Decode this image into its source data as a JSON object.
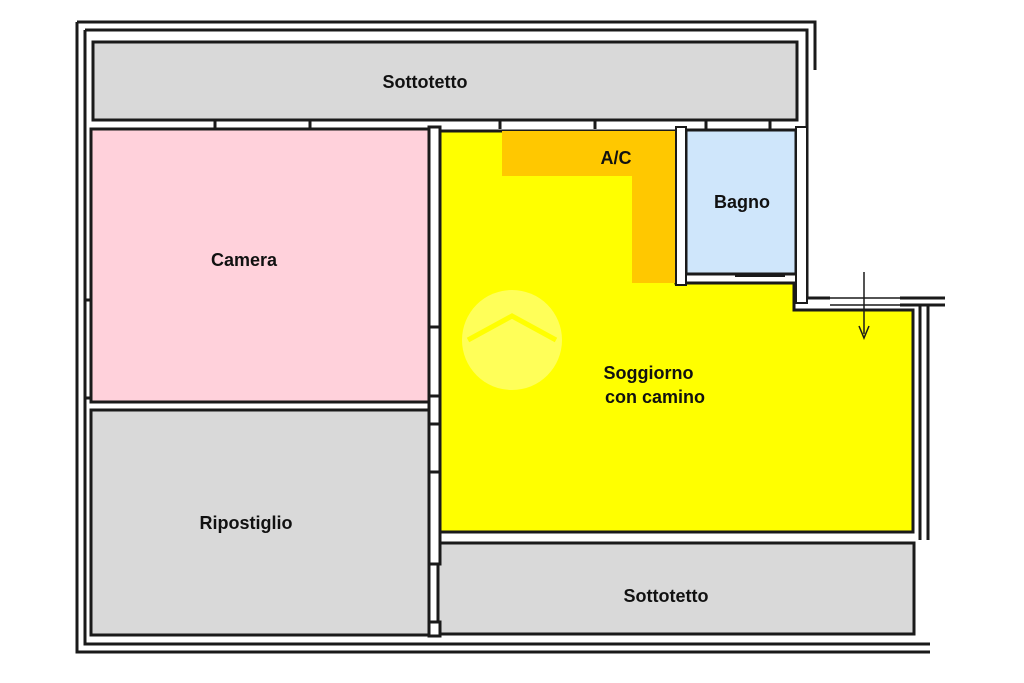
{
  "rooms": {
    "sottotetto_top": {
      "label": "Sottotetto",
      "color": "#d9d9d9"
    },
    "camera": {
      "label": "Camera",
      "color": "#ffd1db"
    },
    "ac": {
      "label": "A/C",
      "color": "#ffc800"
    },
    "bagno": {
      "label": "Bagno",
      "color": "#cfe6fb"
    },
    "soggiorno": {
      "line1": "Soggiorno",
      "line2": "con camino",
      "color": "#ffff00"
    },
    "ripostiglio": {
      "label": "Ripostiglio",
      "color": "#d9d9d9"
    },
    "sottotetto_bottom": {
      "label": "Sottotetto",
      "color": "#d9d9d9"
    }
  },
  "colors": {
    "wall": "#1a1a1a",
    "background": "#ffffff"
  }
}
